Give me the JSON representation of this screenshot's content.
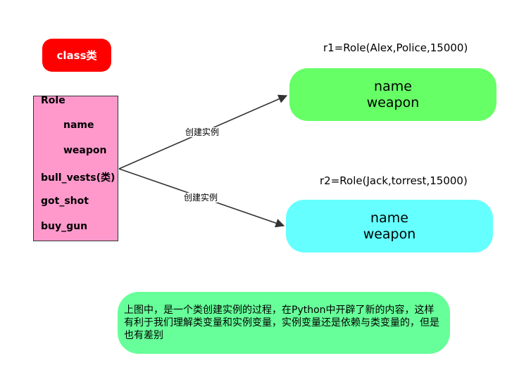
{
  "class_badge": {
    "label": "class类",
    "color": "#ff0000"
  },
  "role_class": {
    "name": "Role",
    "attributes": [
      "name",
      "weapon"
    ],
    "class_attribute": "bull_vests(类)",
    "methods": [
      "got_shot",
      "buy_gun"
    ],
    "color": "#ff99cc"
  },
  "instances": [
    {
      "title": "r1=Role(Alex,Police,15000)",
      "fields": [
        "name",
        "weapon"
      ],
      "color": "#66ff66"
    },
    {
      "title": "r2=Role(Jack,torrest,15000)",
      "fields": [
        "name",
        "weapon"
      ],
      "color": "#66ffff"
    }
  ],
  "edges": [
    {
      "label": "创建实例"
    },
    {
      "label": "创建实例"
    }
  ],
  "note": {
    "text": "上图中，是一个类创建实例的过程，在Python中开辟了新的内容，这样有利于我们理解类变量和实例变量，实例变量还是依赖与类变量的，但是也有差别",
    "color": "#66ff99"
  }
}
